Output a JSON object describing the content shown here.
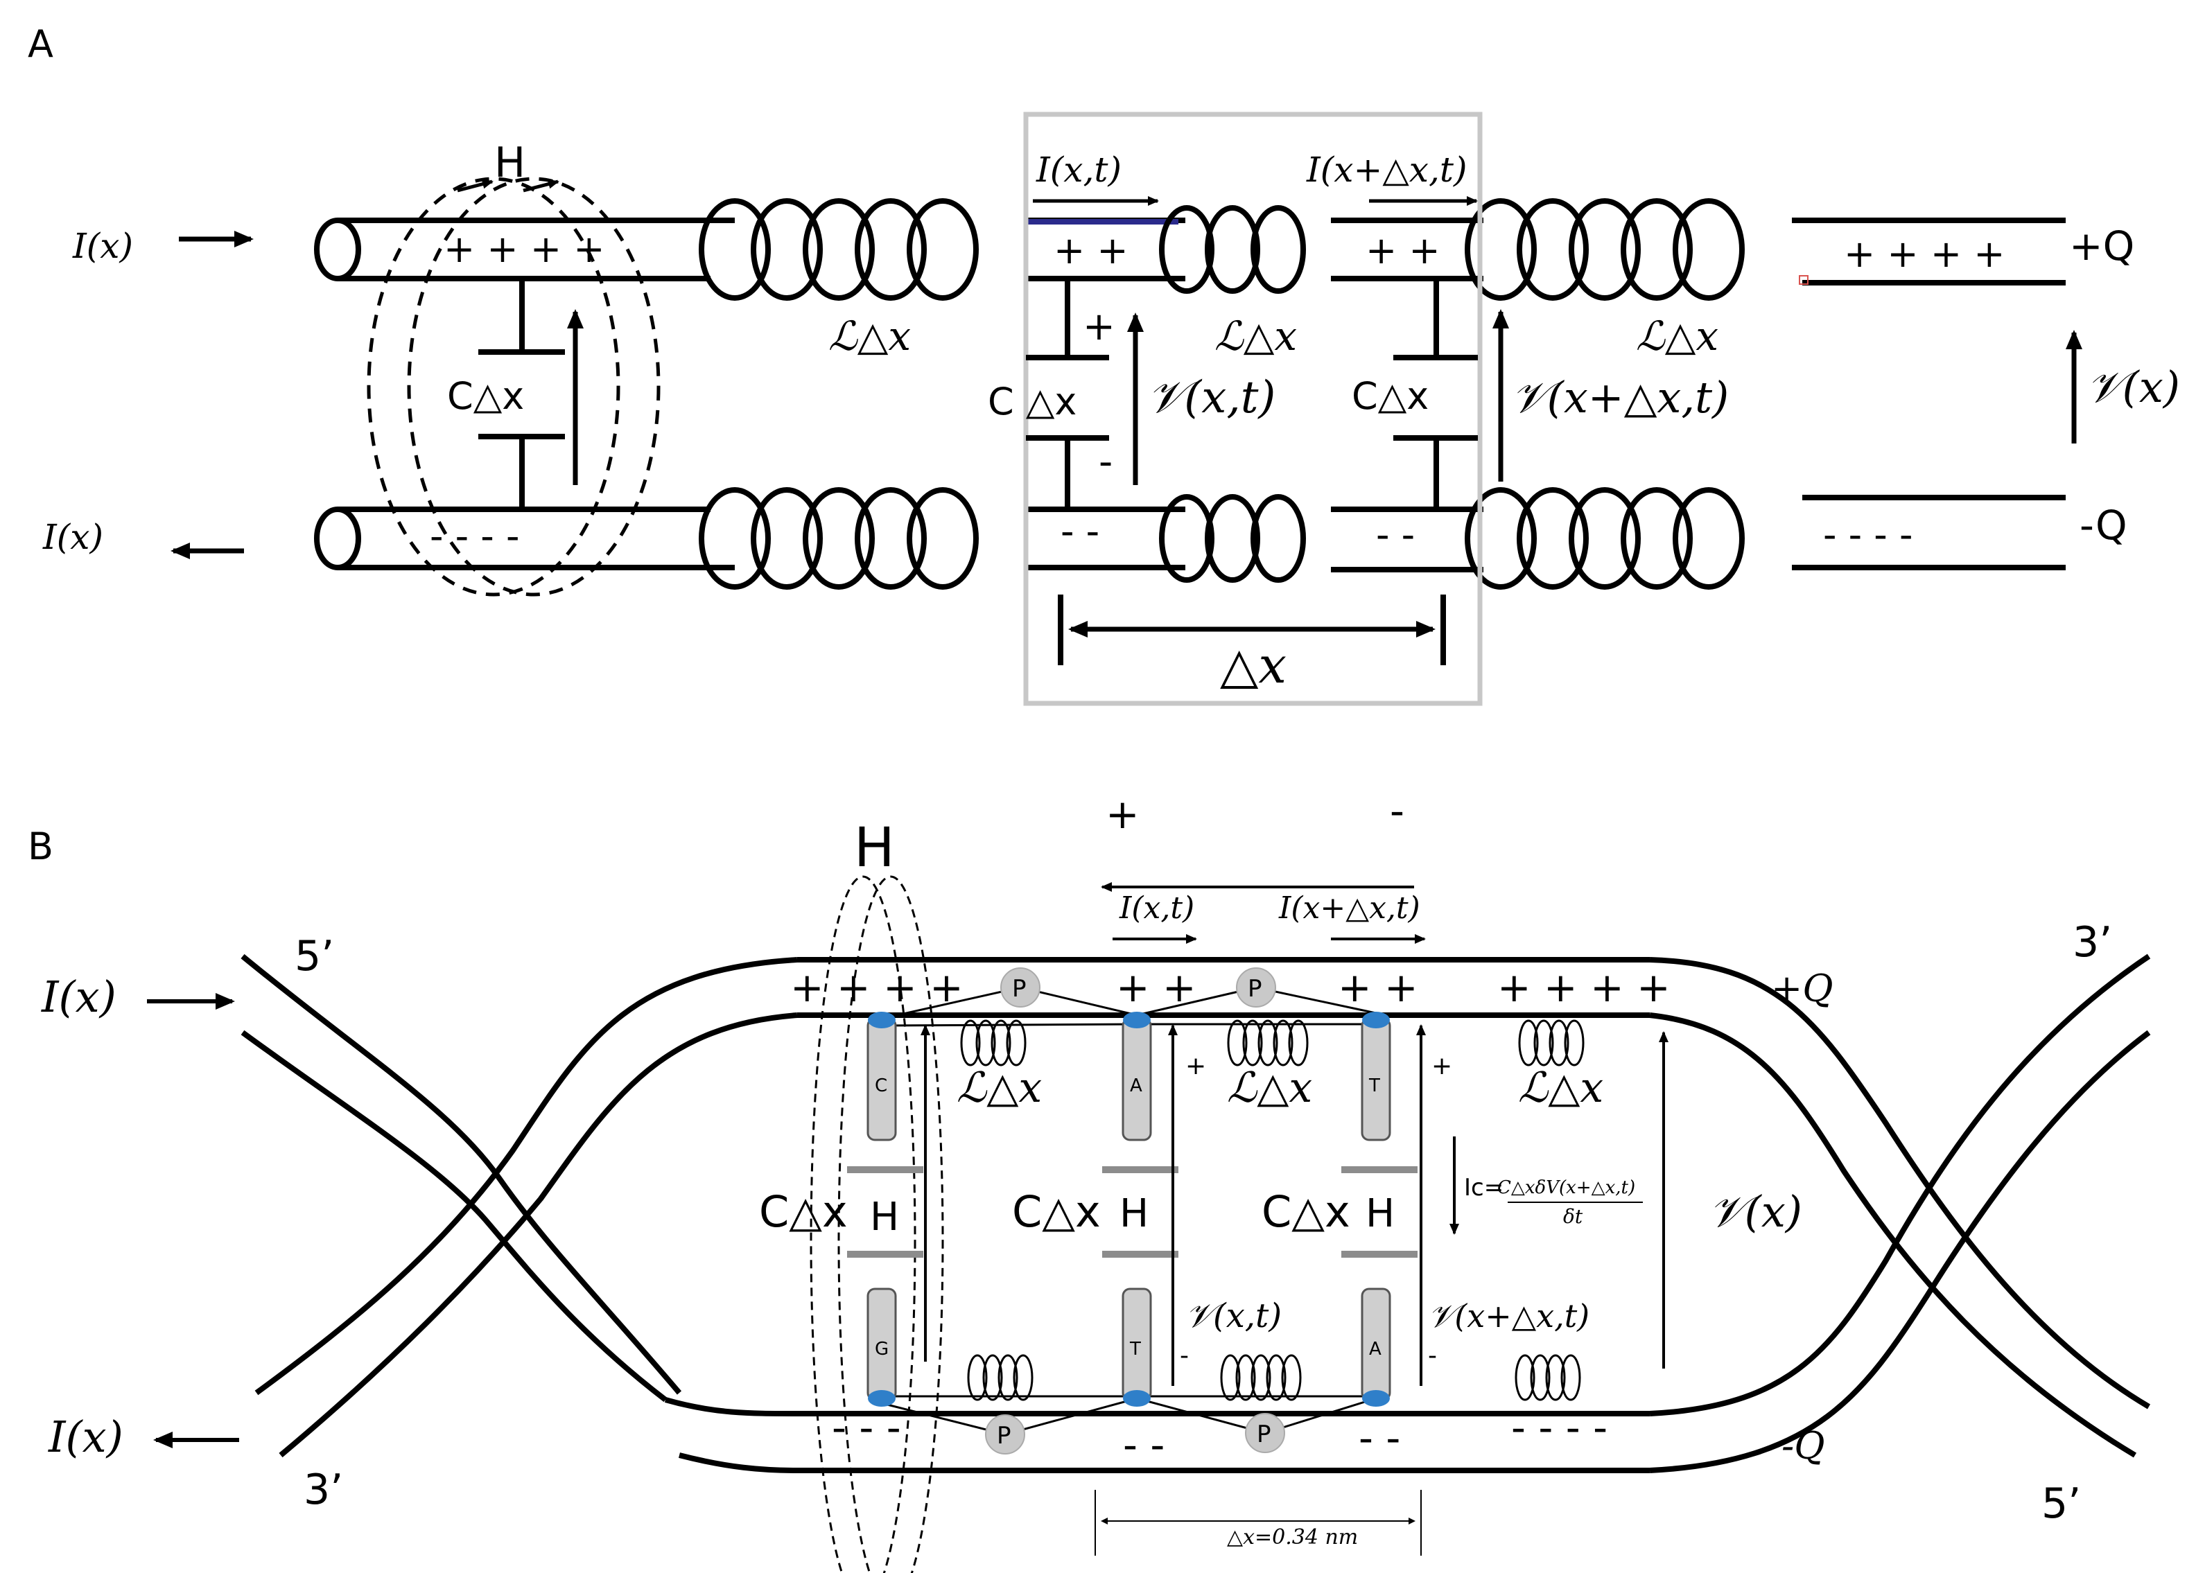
{
  "panel_a": {
    "label": "A",
    "current_in": "I(x)",
    "current_out": "I(x)",
    "field": "H",
    "charge_top_left": "+ + + +",
    "charge_bottom_left": "- - - -",
    "cap_left": "C△x",
    "inductor_1": "ℒ△x",
    "inductor_2": "ℒ△x",
    "inductor_3": "ℒ△x",
    "current_x_t": "I(x,t)",
    "current_x_dx_t": "I(x+△x,t)",
    "charge_top_mid1": "+ +",
    "charge_top_mid2": "+ +",
    "charge_bot_mid1": "- -",
    "charge_bot_mid2": "- -",
    "plus_sign": "+",
    "minus_sign": "-",
    "cap_mid1": "C  △x",
    "cap_mid2": "C△x",
    "voltage_x_t": "𝒱(x,t)",
    "voltage_x_dx_t": "𝒱(x+△x,t)",
    "delta_x": "△x",
    "charge_top_right": "+ + + +",
    "charge_bot_right": "- - - -",
    "plus_q": "+Q",
    "minus_q": "-Q",
    "voltage_x": "𝒱(x)"
  },
  "panel_b": {
    "label": "B",
    "strand_5_top": "5’",
    "strand_3_top": "3’",
    "strand_3_bottom": "3’",
    "strand_5_bottom": "5’",
    "current_in": "I(x)",
    "current_out": "I(x)",
    "field": "H",
    "plus_top": "+",
    "minus_top": "-",
    "current_x_t": "I(x,t)",
    "current_x_dx_t": "I(x+△x,t)",
    "charge_top_1": "+ + + +",
    "charge_top_2": "+ +",
    "charge_top_3": "+ +",
    "charge_top_4": "+ + + +",
    "charge_bot_1": "- - -",
    "charge_bot_2": "- -",
    "charge_bot_3": "- -",
    "charge_bot_4": "- - - -",
    "phosphate": "P",
    "bases_top": [
      "C",
      "A",
      "T"
    ],
    "bases_bottom": [
      "G",
      "T",
      "A"
    ],
    "hbond": "H",
    "cap": "C△x",
    "inductor": "ℒ△x",
    "voltage_x_t": "𝒱(x,t)",
    "voltage_x_dx_t": "𝒱(x+△x,t)",
    "ic_prefix": "Ic=",
    "ic_numerator": "C△xδV(x+△x,t)",
    "ic_denominator": "δt",
    "voltage_x": "𝒱(x)",
    "plus_q": "+Q",
    "minus_q": "-Q",
    "delta_x_value": "△x=0.34 nm",
    "plus_sign": "+",
    "minus_sign": "-"
  }
}
